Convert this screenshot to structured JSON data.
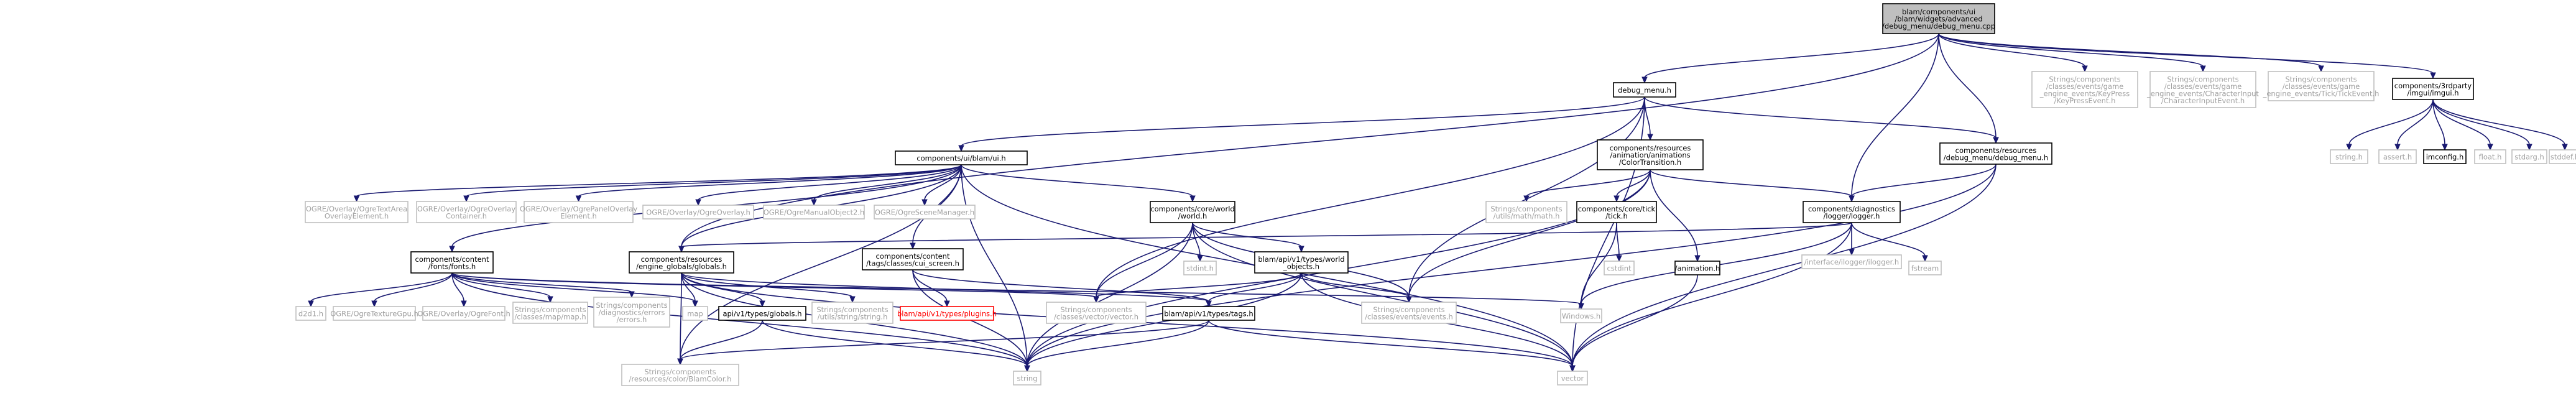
{
  "colors": {
    "edge": "#191970",
    "node_border": "#000000",
    "external_border": "#bfbfbf",
    "root_fill": "#bfbfbf",
    "red_border": "#ff0000",
    "external_text": "#a0a0a0",
    "text": "#000000"
  },
  "nodes": [
    {
      "id": "root",
      "style": "root",
      "lines": [
        "blam/components/ui",
        "/blam/widgets/advanced",
        "/debug_menu/debug_menu.cpp"
      ]
    },
    {
      "id": "debug_menu_h",
      "style": "normal",
      "lines": [
        "debug_menu.h"
      ]
    },
    {
      "id": "kp_event",
      "style": "external",
      "lines": [
        "Strings/components",
        "/classes/events/game",
        "_engine_events/KeyPress",
        "/KeyPressEvent.h"
      ]
    },
    {
      "id": "ci_event",
      "style": "external",
      "lines": [
        "Strings/components",
        "/classes/events/game",
        "_engine_events/CharacterInput",
        "/CharacterInputEvent.h"
      ]
    },
    {
      "id": "tick_event",
      "style": "external",
      "lines": [
        "Strings/components",
        "/classes/events/game",
        "_engine_events/Tick/TickEvent.h"
      ]
    },
    {
      "id": "imgui_h",
      "style": "normal",
      "lines": [
        "components/3rdparty",
        "/imgui/imgui.h"
      ]
    },
    {
      "id": "ui_h",
      "style": "normal",
      "lines": [
        "components/ui/blam/ui.h"
      ]
    },
    {
      "id": "color_transition",
      "style": "normal",
      "lines": [
        "components/resources",
        "/animation/animations",
        "/ColorTransition.h"
      ]
    },
    {
      "id": "res_debug_menu",
      "style": "normal",
      "lines": [
        "components/resources",
        "/debug_menu/debug_menu.h"
      ]
    },
    {
      "id": "string_h",
      "style": "external",
      "lines": [
        "string.h"
      ]
    },
    {
      "id": "assert_h",
      "style": "external",
      "lines": [
        "assert.h"
      ]
    },
    {
      "id": "imconfig_h",
      "style": "normal",
      "lines": [
        "imconfig.h"
      ]
    },
    {
      "id": "float_h",
      "style": "external",
      "lines": [
        "float.h"
      ]
    },
    {
      "id": "stdarg_h",
      "style": "external",
      "lines": [
        "stdarg.h"
      ]
    },
    {
      "id": "stddef_h",
      "style": "external",
      "lines": [
        "stddef.h"
      ]
    },
    {
      "id": "ogre_textarea",
      "style": "external",
      "lines": [
        "OGRE/Overlay/OgreTextArea",
        "OverlayElement.h"
      ]
    },
    {
      "id": "ogre_container",
      "style": "external",
      "lines": [
        "OGRE/Overlay/OgreOverlay",
        "Container.h"
      ]
    },
    {
      "id": "ogre_panel",
      "style": "external",
      "lines": [
        "OGRE/Overlay/OgrePanelOverlay",
        "Element.h"
      ]
    },
    {
      "id": "ogre_overlay",
      "style": "external",
      "lines": [
        "OGRE/Overlay/OgreOverlay.h"
      ]
    },
    {
      "id": "ogre_manual",
      "style": "external",
      "lines": [
        "OGRE/OgreManualObject2.h"
      ]
    },
    {
      "id": "ogre_scene",
      "style": "external",
      "lines": [
        "OGRE/OgreSceneManager.h"
      ]
    },
    {
      "id": "core_world",
      "style": "normal",
      "lines": [
        "components/core/world",
        "/world.h"
      ]
    },
    {
      "id": "math_h",
      "style": "external",
      "lines": [
        "Strings/components",
        "/utils/math/math.h"
      ]
    },
    {
      "id": "tick_h",
      "style": "normal",
      "lines": [
        "components/core/tick",
        "/tick.h"
      ]
    },
    {
      "id": "logger_h",
      "style": "normal",
      "lines": [
        "components/diagnostics",
        "/logger/logger.h"
      ]
    },
    {
      "id": "fonts_h",
      "style": "normal",
      "lines": [
        "components/content",
        "/fonts/fonts.h"
      ]
    },
    {
      "id": "globals_h",
      "style": "normal",
      "lines": [
        "components/resources",
        "/engine_globals/globals.h"
      ]
    },
    {
      "id": "cui_screen",
      "style": "normal",
      "lines": [
        "components/content",
        "/tags/classes/cui_screen.h"
      ]
    },
    {
      "id": "stdint_h",
      "style": "external",
      "lines": [
        "stdint.h"
      ]
    },
    {
      "id": "world_objects",
      "style": "normal",
      "lines": [
        "blam/api/v1/types/world",
        "_objects.h"
      ]
    },
    {
      "id": "cstdint",
      "style": "external",
      "lines": [
        "cstdint"
      ]
    },
    {
      "id": "animation_h",
      "style": "normal",
      "lines": [
        "/animation.h"
      ]
    },
    {
      "id": "ilogger_h",
      "style": "external",
      "lines": [
        "/interface/ilogger/ilogger.h"
      ]
    },
    {
      "id": "fstream",
      "style": "external",
      "lines": [
        "fstream"
      ]
    },
    {
      "id": "d2d1_h",
      "style": "external",
      "lines": [
        "d2d1.h"
      ]
    },
    {
      "id": "ogre_texgpu",
      "style": "external",
      "lines": [
        "OGRE/OgreTextureGpu.h"
      ]
    },
    {
      "id": "ogre_font",
      "style": "external",
      "lines": [
        "OGRE/Overlay/OgreFont.h"
      ]
    },
    {
      "id": "map_h",
      "style": "external",
      "lines": [
        "Strings/components",
        "/classes/map/map.h"
      ]
    },
    {
      "id": "errors_h",
      "style": "external",
      "lines": [
        "Strings/components",
        "/diagnostics/errors",
        "/errors.h"
      ]
    },
    {
      "id": "map",
      "style": "external",
      "lines": [
        "map"
      ]
    },
    {
      "id": "api_globals",
      "style": "normal",
      "lines": [
        "api/v1/types/globals.h"
      ]
    },
    {
      "id": "string_util",
      "style": "external",
      "lines": [
        "Strings/components",
        "/utils/string/string.h"
      ]
    },
    {
      "id": "plugins_h",
      "style": "red",
      "lines": [
        "blam/api/v1/types/plugins.h"
      ]
    },
    {
      "id": "vector_h",
      "style": "external",
      "lines": [
        "Strings/components",
        "/classes/vector/vector.h"
      ]
    },
    {
      "id": "tags_h",
      "style": "normal",
      "lines": [
        "blam/api/v1/types/tags.h"
      ]
    },
    {
      "id": "events_h",
      "style": "external",
      "lines": [
        "Strings/components",
        "/classes/events/events.h"
      ]
    },
    {
      "id": "windows_h",
      "style": "external",
      "lines": [
        "Windows.h"
      ]
    },
    {
      "id": "blamcolor",
      "style": "external",
      "lines": [
        "Strings/components",
        "/resources/color/BlamColor.h"
      ]
    },
    {
      "id": "string",
      "style": "external",
      "lines": [
        "string"
      ]
    },
    {
      "id": "vector",
      "style": "external",
      "lines": [
        "vector"
      ]
    }
  ],
  "edges": [
    [
      "root",
      "debug_menu_h"
    ],
    [
      "root",
      "kp_event"
    ],
    [
      "root",
      "ci_event"
    ],
    [
      "root",
      "tick_event"
    ],
    [
      "root",
      "imgui_h"
    ],
    [
      "root",
      "globals_h"
    ],
    [
      "root",
      "res_debug_menu"
    ],
    [
      "root",
      "logger_h"
    ],
    [
      "debug_menu_h",
      "ui_h"
    ],
    [
      "debug_menu_h",
      "color_transition"
    ],
    [
      "debug_menu_h",
      "res_debug_menu"
    ],
    [
      "debug_menu_h",
      "events_h"
    ],
    [
      "debug_menu_h",
      "vector_h"
    ],
    [
      "debug_menu_h",
      "vector"
    ],
    [
      "imgui_h",
      "string_h"
    ],
    [
      "imgui_h",
      "assert_h"
    ],
    [
      "imgui_h",
      "imconfig_h"
    ],
    [
      "imgui_h",
      "float_h"
    ],
    [
      "imgui_h",
      "stdarg_h"
    ],
    [
      "imgui_h",
      "stddef_h"
    ],
    [
      "ui_h",
      "ogre_textarea"
    ],
    [
      "ui_h",
      "ogre_container"
    ],
    [
      "ui_h",
      "ogre_panel"
    ],
    [
      "ui_h",
      "ogre_overlay"
    ],
    [
      "ui_h",
      "ogre_manual"
    ],
    [
      "ui_h",
      "ogre_scene"
    ],
    [
      "ui_h",
      "core_world"
    ],
    [
      "ui_h",
      "fonts_h"
    ],
    [
      "ui_h",
      "globals_h"
    ],
    [
      "ui_h",
      "cui_screen"
    ],
    [
      "ui_h",
      "string"
    ],
    [
      "ui_h",
      "blamcolor"
    ],
    [
      "ui_h",
      "vector"
    ],
    [
      "color_transition",
      "math_h"
    ],
    [
      "color_transition",
      "tick_h"
    ],
    [
      "color_transition",
      "logger_h"
    ],
    [
      "color_transition",
      "animation_h"
    ],
    [
      "color_transition",
      "events_h"
    ],
    [
      "color_transition",
      "string"
    ],
    [
      "res_debug_menu",
      "logger_h"
    ],
    [
      "res_debug_menu",
      "string"
    ],
    [
      "res_debug_menu",
      "vector"
    ],
    [
      "core_world",
      "stdint_h"
    ],
    [
      "core_world",
      "world_objects"
    ],
    [
      "core_world",
      "vector_h"
    ],
    [
      "core_world",
      "events_h"
    ],
    [
      "core_world",
      "string"
    ],
    [
      "core_world",
      "vector"
    ],
    [
      "tick_h",
      "cstdint"
    ],
    [
      "tick_h",
      "windows_h"
    ],
    [
      "logger_h",
      "ilogger_h"
    ],
    [
      "logger_h",
      "fstream"
    ],
    [
      "logger_h",
      "windows_h"
    ],
    [
      "logger_h",
      "globals_h"
    ],
    [
      "logger_h",
      "vector"
    ],
    [
      "animation_h",
      "vector"
    ],
    [
      "fonts_h",
      "d2d1_h"
    ],
    [
      "fonts_h",
      "ogre_texgpu"
    ],
    [
      "fonts_h",
      "ogre_font"
    ],
    [
      "fonts_h",
      "map_h"
    ],
    [
      "fonts_h",
      "errors_h"
    ],
    [
      "fonts_h",
      "map"
    ],
    [
      "fonts_h",
      "string"
    ],
    [
      "fonts_h",
      "vector_h"
    ],
    [
      "fonts_h",
      "windows_h"
    ],
    [
      "globals_h",
      "map"
    ],
    [
      "globals_h",
      "api_globals"
    ],
    [
      "globals_h",
      "string_util"
    ],
    [
      "globals_h",
      "tags_h"
    ],
    [
      "globals_h",
      "blamcolor"
    ],
    [
      "globals_h",
      "string"
    ],
    [
      "globals_h",
      "vector"
    ],
    [
      "cui_screen",
      "plugins_h"
    ],
    [
      "cui_screen",
      "tags_h"
    ],
    [
      "cui_screen",
      "string"
    ],
    [
      "world_objects",
      "vector_h"
    ],
    [
      "world_objects",
      "tags_h"
    ],
    [
      "world_objects",
      "events_h"
    ],
    [
      "world_objects",
      "string"
    ],
    [
      "world_objects",
      "vector"
    ],
    [
      "api_globals",
      "blamcolor"
    ],
    [
      "api_globals",
      "string"
    ],
    [
      "tags_h",
      "blamcolor"
    ],
    [
      "tags_h",
      "string"
    ],
    [
      "tags_h",
      "vector"
    ]
  ]
}
